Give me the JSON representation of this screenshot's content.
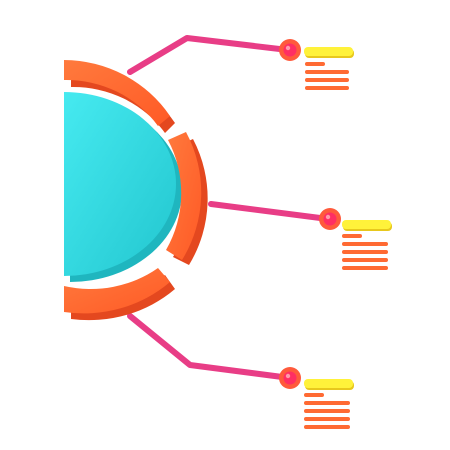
{
  "illustration": {
    "kind": "semicircle-infographic-3d-icon",
    "colors": {
      "core": "#37e1e6",
      "core_shade": "#22bfc8",
      "ring": "#ff6a33",
      "ring_shade": "#e5481f",
      "connector": "#e83d86",
      "node_outer": "#ff5a3c",
      "node_inner": "#ff2e63",
      "title_bar": "#fff23a",
      "title_shade": "#e8c81c",
      "text_lines": "#ff6a33"
    },
    "branches": [
      {
        "id": "top",
        "text_line_count": 3
      },
      {
        "id": "middle",
        "text_line_count": 4
      },
      {
        "id": "bottom",
        "text_line_count": 4
      }
    ]
  }
}
